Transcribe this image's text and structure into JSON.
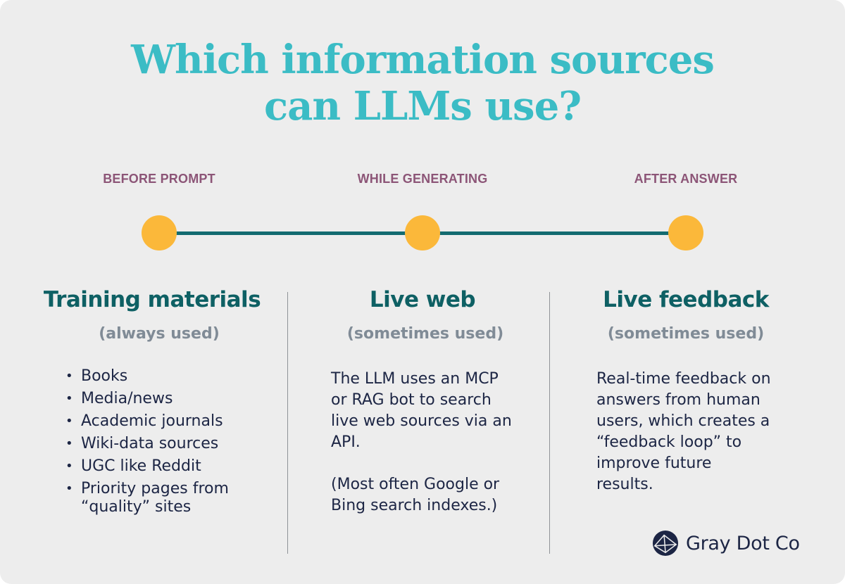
{
  "title": {
    "line1": "Which information sources",
    "line2": "can LLMs use?"
  },
  "timeline": {
    "phases": [
      {
        "label": "BEFORE PROMPT"
      },
      {
        "label": "WHILE GENERATING"
      },
      {
        "label": "AFTER ANSWER"
      }
    ]
  },
  "colors": {
    "title": "#3bbcc5",
    "phase_label": "#8c5577",
    "timeline_line": "#136b70",
    "dot": "#fbb83a",
    "heading": "#0e6064",
    "usage": "#808b96",
    "body": "#1c2544",
    "background": "#ededed"
  },
  "columns": [
    {
      "heading": "Training materials",
      "usage": "(always used)",
      "items": [
        "Books",
        "Media/news",
        "Academic journals",
        "Wiki-data sources",
        "UGC like Reddit",
        "Priority pages from “quality” sites"
      ]
    },
    {
      "heading": "Live web",
      "usage": "(sometimes used)",
      "paragraphs": [
        "The LLM uses an MCP or RAG bot to search live web sources via an API.",
        "(Most often Google or Bing search indexes.)"
      ]
    },
    {
      "heading": "Live feedback",
      "usage": "(sometimes used)",
      "paragraphs": [
        "Real-time feedback on answers from human users, which creates a “feedback loop” to improve future results."
      ]
    }
  ],
  "brand": {
    "name": "Gray Dot Co",
    "icon": "gray-dot-logo-icon"
  }
}
